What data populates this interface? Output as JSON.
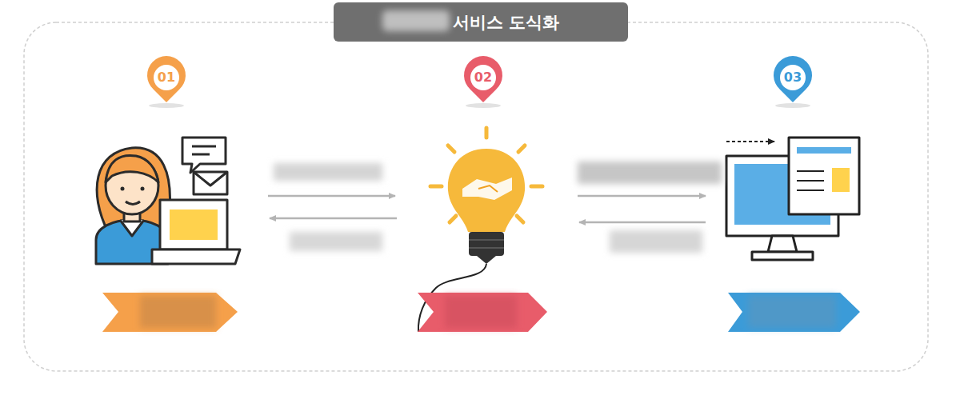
{
  "diagram": {
    "title": "서비스 도식화",
    "labels": [
      "01",
      "02",
      "03"
    ]
  }
}
